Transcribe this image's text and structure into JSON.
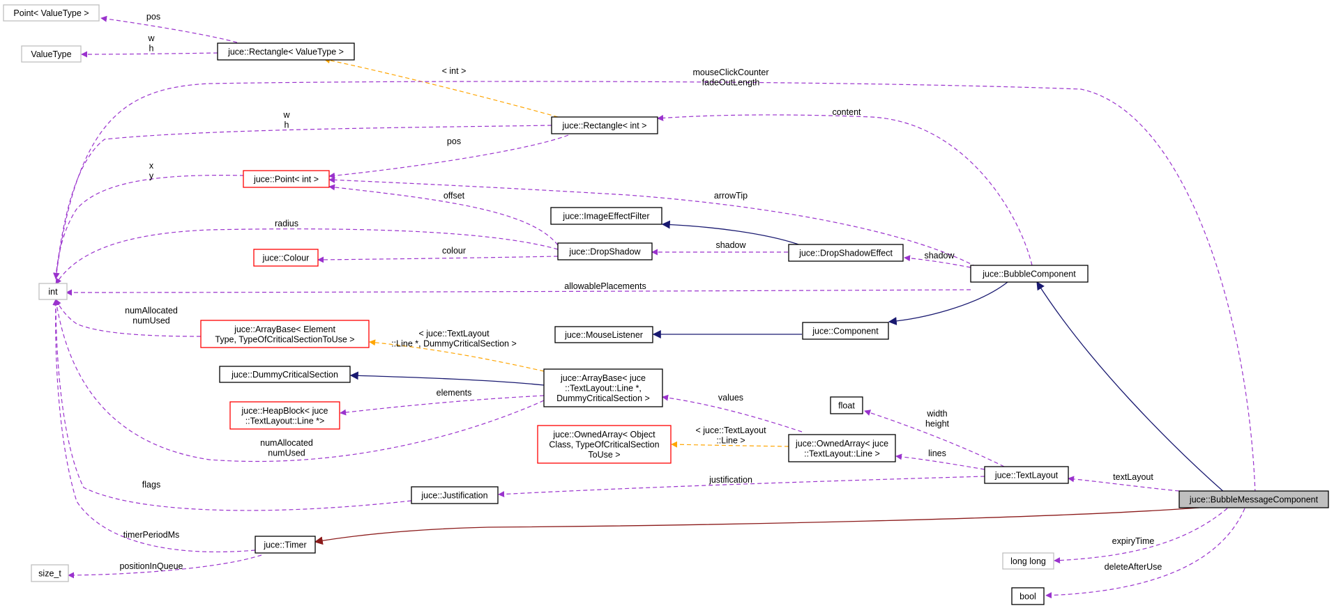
{
  "diagram": {
    "colors": {
      "member_edge": "#9a32cd",
      "template_edge": "#ffa500",
      "inherit_edge": "#191970",
      "private_inherit_edge": "#8b1a1a",
      "node_border_black": "#000000",
      "node_border_gray": "#bfbfbf",
      "node_border_red": "#ff0000",
      "focus_fill": "#bfbfbf"
    },
    "nodes": {
      "point_valuetype": {
        "label": [
          "Point< ValueType >"
        ],
        "style": "gray"
      },
      "valuetype": {
        "label": [
          "ValueType"
        ],
        "style": "gray"
      },
      "rect_valuetype": {
        "label": [
          "juce::Rectangle< ValueType >"
        ],
        "style": "black"
      },
      "rect_int": {
        "label": [
          "juce::Rectangle< int >"
        ],
        "style": "black"
      },
      "point_int": {
        "label": [
          "juce::Point< int >"
        ],
        "style": "red"
      },
      "image_effect_filter": {
        "label": [
          "juce::ImageEffectFilter"
        ],
        "style": "black"
      },
      "colour": {
        "label": [
          "juce::Colour"
        ],
        "style": "red"
      },
      "drop_shadow": {
        "label": [
          "juce::DropShadow"
        ],
        "style": "black"
      },
      "drop_shadow_effect": {
        "label": [
          "juce::DropShadowEffect"
        ],
        "style": "black"
      },
      "bubble_component": {
        "label": [
          "juce::BubbleComponent"
        ],
        "style": "black"
      },
      "int": {
        "label": [
          "int"
        ],
        "style": "gray"
      },
      "arraybase_elem": {
        "label": [
          "juce::ArrayBase< Element",
          "Type, TypeOfCriticalSectionToUse >"
        ],
        "style": "red"
      },
      "mouse_listener": {
        "label": [
          "juce::MouseListener"
        ],
        "style": "black"
      },
      "component": {
        "label": [
          "juce::Component"
        ],
        "style": "black"
      },
      "dummy_cs": {
        "label": [
          "juce::DummyCriticalSection"
        ],
        "style": "black"
      },
      "arraybase_line": {
        "label": [
          "juce::ArrayBase< juce",
          "::TextLayout::Line *,",
          "DummyCriticalSection >"
        ],
        "style": "black"
      },
      "heapblock": {
        "label": [
          "juce::HeapBlock< juce",
          "::TextLayout::Line *>"
        ],
        "style": "red"
      },
      "float": {
        "label": [
          "float"
        ],
        "style": "black"
      },
      "ownedarray_obj": {
        "label": [
          "juce::OwnedArray< Object",
          "Class, TypeOfCriticalSection",
          "ToUse >"
        ],
        "style": "red"
      },
      "ownedarray_line": {
        "label": [
          "juce::OwnedArray< juce",
          "::TextLayout::Line >"
        ],
        "style": "black"
      },
      "text_layout": {
        "label": [
          "juce::TextLayout"
        ],
        "style": "black"
      },
      "justification": {
        "label": [
          "juce::Justification"
        ],
        "style": "black"
      },
      "bubble_message": {
        "label": [
          "juce::BubbleMessageComponent"
        ],
        "style": "focus"
      },
      "timer": {
        "label": [
          "juce::Timer"
        ],
        "style": "black"
      },
      "size_t": {
        "label": [
          "size_t"
        ],
        "style": "gray"
      },
      "long_long": {
        "label": [
          "long long"
        ],
        "style": "gray"
      },
      "bool": {
        "label": [
          "bool"
        ],
        "style": "black"
      }
    },
    "edge_labels": {
      "pos_top": [
        "pos"
      ],
      "wh_top": [
        "w",
        "h"
      ],
      "int_tmpl": [
        "< int >"
      ],
      "mouse_click": [
        "mouseClickCounter",
        "fadeOutLength"
      ],
      "content": [
        "content"
      ],
      "wh_mid": [
        "w",
        "h"
      ],
      "pos_mid": [
        "pos"
      ],
      "xy": [
        "x",
        "y"
      ],
      "offset": [
        "offset"
      ],
      "arrow_tip": [
        "arrowTip"
      ],
      "radius": [
        "radius"
      ],
      "colour": [
        "colour"
      ],
      "shadow1": [
        "shadow"
      ],
      "shadow2": [
        "shadow"
      ],
      "allowable": [
        "allowablePlacements"
      ],
      "num_alloc1": [
        "numAllocated",
        "numUsed"
      ],
      "textlayout_tmpl": [
        "< juce::TextLayout",
        "::Line *, DummyCriticalSection >"
      ],
      "elements": [
        "elements"
      ],
      "values": [
        "values"
      ],
      "width_height": [
        "width",
        "height"
      ],
      "num_alloc2": [
        "numAllocated",
        "numUsed"
      ],
      "textlayout_line_tmpl": [
        "< juce::TextLayout",
        "::Line >"
      ],
      "lines": [
        "lines"
      ],
      "text_layout": [
        "textLayout"
      ],
      "flags": [
        "flags"
      ],
      "justification": [
        "justification"
      ],
      "timer_period": [
        "timerPeriodMs"
      ],
      "expiry": [
        "expiryTime"
      ],
      "position_queue": [
        "positionInQueue"
      ],
      "delete_after": [
        "deleteAfterUse"
      ]
    }
  }
}
